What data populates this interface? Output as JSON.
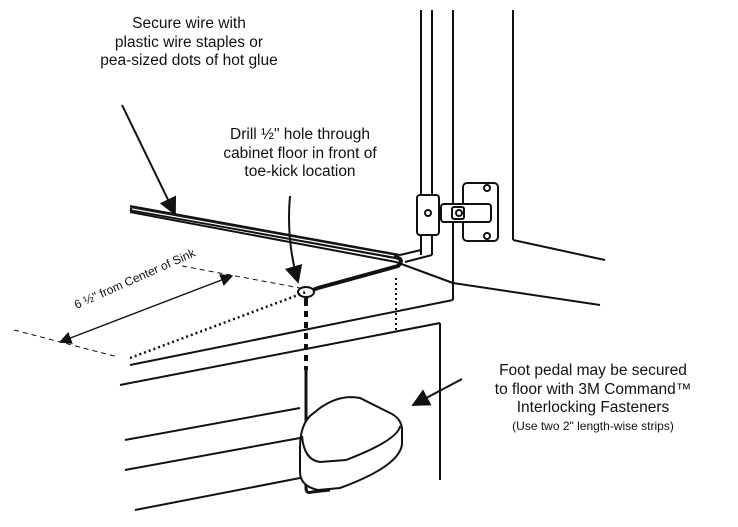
{
  "notes": {
    "secure_wire": [
      "Secure wire with",
      "plastic wire staples or",
      "pea-sized dots of hot glue"
    ],
    "drill_hole": [
      "Drill ½\" hole through",
      "cabinet floor in front of",
      "toe-kick location"
    ],
    "foot_pedal": [
      "Foot pedal may be secured",
      "to floor with 3M Command™",
      "Interlocking Fasteners"
    ],
    "foot_pedal_detail": "(Use two 2\" length-wise strips)"
  },
  "measurement": {
    "label": "6 ½\" from Center of Sink"
  },
  "colors": {
    "ink": "#111111",
    "pedal_fill": "#ffffff",
    "background": "#ffffff"
  },
  "icons": [
    "hinge-icon",
    "foot-pedal-icon",
    "arrow-icon"
  ]
}
